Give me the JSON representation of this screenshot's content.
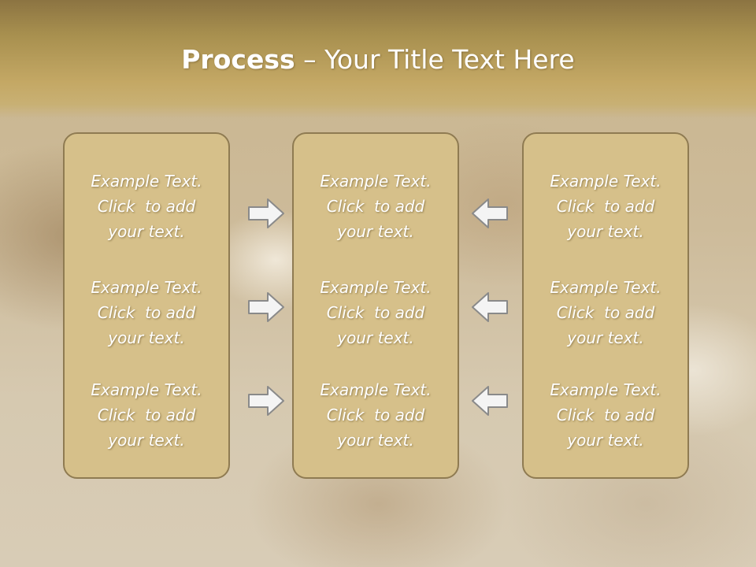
{
  "slide": {
    "title_bold": "Process",
    "title_rest": " – Your Title Text Here",
    "panels": [
      {
        "blocks": [
          {
            "line1": "Example Text.",
            "line2": "Click  to add",
            "line3": "your text."
          },
          {
            "line1": "Example Text.",
            "line2": "Click  to add",
            "line3": "your text."
          },
          {
            "line1": "Example Text.",
            "line2": "Click  to add",
            "line3": "your text."
          }
        ]
      },
      {
        "blocks": [
          {
            "line1": "Example Text.",
            "line2": "Click  to add",
            "line3": "your text."
          },
          {
            "line1": "Example Text.",
            "line2": "Click  to add",
            "line3": "your text."
          },
          {
            "line1": "Example Text.",
            "line2": "Click  to add",
            "line3": "your text."
          }
        ]
      },
      {
        "blocks": [
          {
            "line1": "Example Text.",
            "line2": "Click  to add",
            "line3": "your text."
          },
          {
            "line1": "Example Text.",
            "line2": "Click  to add",
            "line3": "your text."
          },
          {
            "line1": "Example Text.",
            "line2": "Click  to add",
            "line3": "your text."
          }
        ]
      }
    ],
    "arrows": {
      "left_column": [
        "right-arrow-icon",
        "right-arrow-icon",
        "right-arrow-icon"
      ],
      "right_column": [
        "left-arrow-icon",
        "left-arrow-icon",
        "left-arrow-icon"
      ]
    },
    "colors": {
      "panel_fill": "#d6c08a",
      "panel_border": "#8f7b52",
      "header_band": "#a8904f",
      "arrow_fill": "#f4f4f4",
      "arrow_stroke": "#8a8a8a"
    }
  }
}
